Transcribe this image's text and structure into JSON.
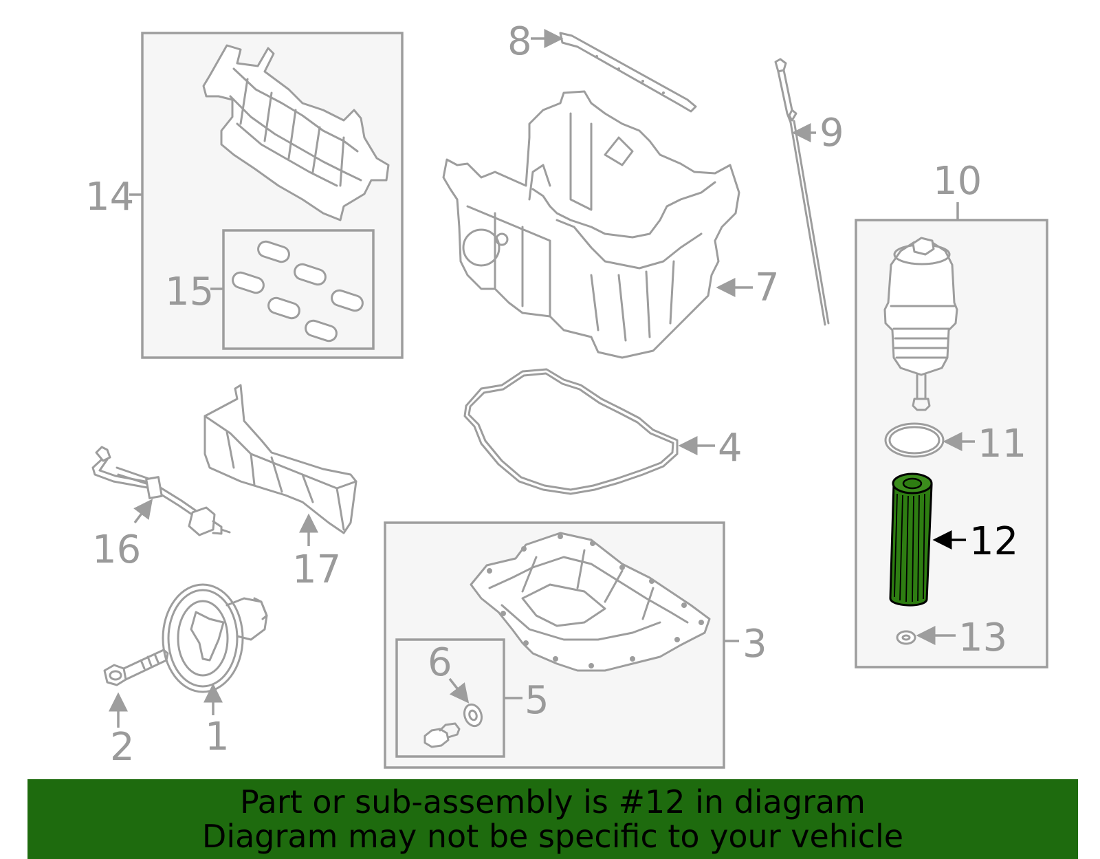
{
  "callouts": {
    "c1": "1",
    "c2": "2",
    "c3": "3",
    "c4": "4",
    "c5": "5",
    "c6": "6",
    "c7": "7",
    "c8": "8",
    "c9": "9",
    "c10": "10",
    "c11": "11",
    "c12": "12",
    "c13": "13",
    "c14": "14",
    "c15": "15",
    "c16": "16",
    "c17": "17"
  },
  "highlighted_part": "12",
  "banner": {
    "line1": "Part or sub-assembly is #12 in diagram",
    "line2": "Diagram may not be specific to your vehicle"
  },
  "colors": {
    "line": "#9d9d9d",
    "highlight_fill": "#2e7d12",
    "banner_bg": "#1e6b0e"
  }
}
